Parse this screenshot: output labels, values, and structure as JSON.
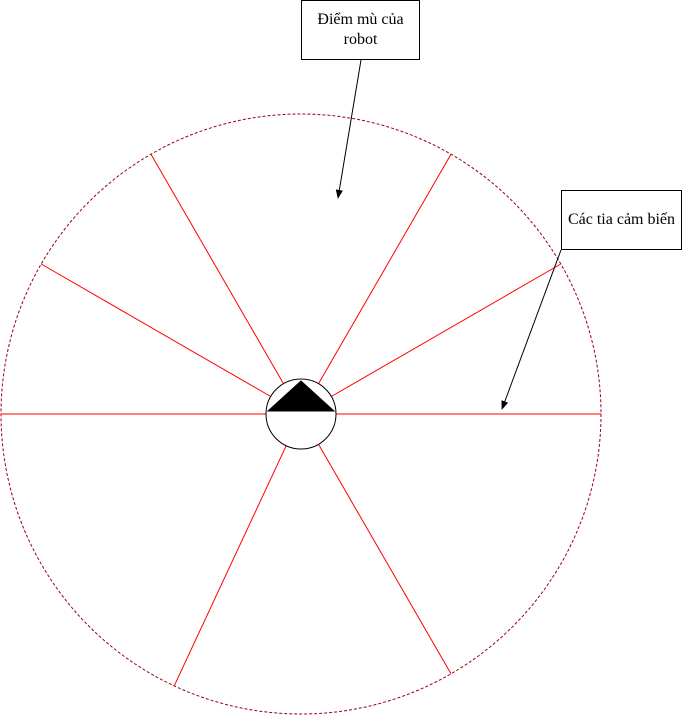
{
  "diagram": {
    "labels": {
      "blind_spot": "Điểm mù của robot",
      "sensor_rays": "Các tia cảm biến"
    },
    "colors": {
      "sensor_ray": "#ff0000",
      "range_circle": "#99001a",
      "robot_outline": "#000000",
      "robot_heading": "#000000",
      "label_border": "#000000",
      "arrow": "#000000"
    },
    "sensor_rays": [
      {
        "name": "left-horizontal",
        "angle_deg": 180
      },
      {
        "name": "left-upper",
        "angle_deg": 150
      },
      {
        "name": "top-left",
        "angle_deg": 120
      },
      {
        "name": "top-right",
        "angle_deg": 60
      },
      {
        "name": "right-upper",
        "angle_deg": 30
      },
      {
        "name": "right-horizontal",
        "angle_deg": 0
      },
      {
        "name": "bottom-right",
        "angle_deg": -60
      },
      {
        "name": "bottom-left",
        "angle_deg": -115
      }
    ]
  }
}
